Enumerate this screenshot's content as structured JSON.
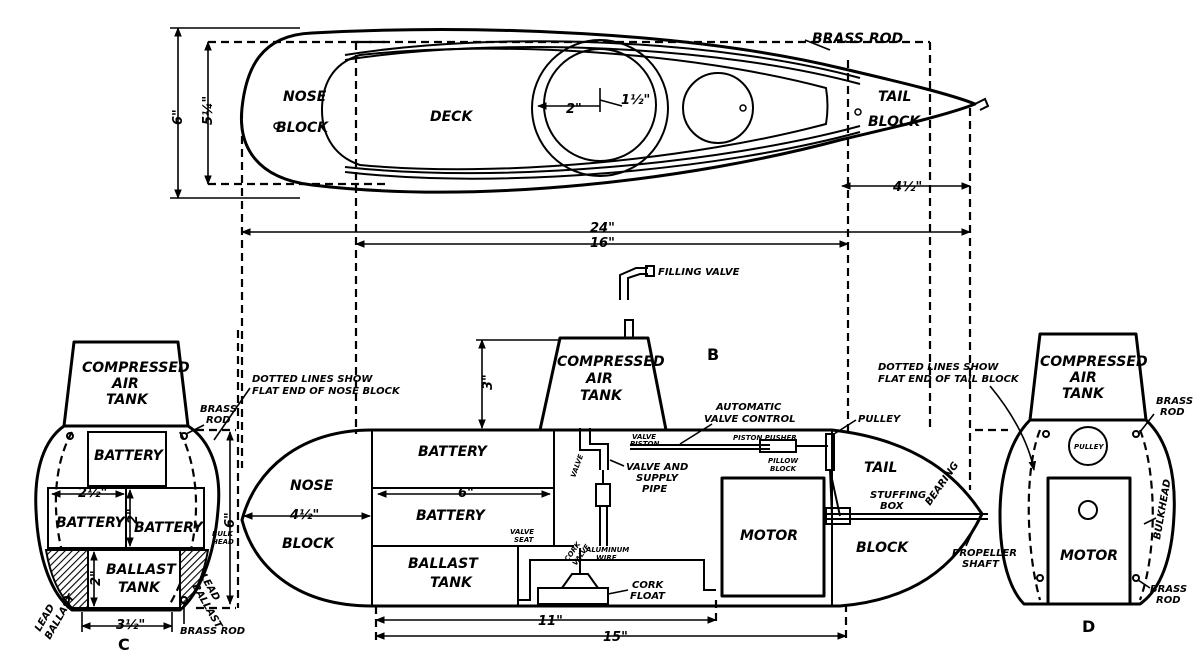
{
  "top_view": {
    "brass_rod": "BRASS ROD",
    "nose": "NOSE",
    "block": "BLOCK",
    "deck": "DECK",
    "tail": "TAIL",
    "tail_block": "BLOCK",
    "dim_2": "2\"",
    "dim_1_5": "1½\"",
    "dim_6": "6\"",
    "dim_5_25": "5¼\"",
    "dim_4_5": "4½\"",
    "dim_24": "24\"",
    "dim_16": "16\""
  },
  "side_view": {
    "filling_valve": "FILLING VALVE",
    "view_letter": "B",
    "tank_1": "COMPRESSED",
    "tank_2": "AIR",
    "tank_3": "TANK",
    "dim_3": "3\"",
    "automatic_1": "AUTOMATIC",
    "automatic_2": "VALVE CONTROL",
    "pulley": "PULLEY",
    "valve_piston_1": "VALVE",
    "valve_piston_2": "PISTON",
    "piston_pusher": "PISTON PUSHER",
    "pillow_1": "PILLOW",
    "pillow_2": "BLOCK",
    "valve": "VALVE",
    "valve_supply_1": "VALVE AND",
    "valve_supply_2": "SUPPLY",
    "valve_supply_3": "PIPE",
    "battery_top": "BATTERY",
    "battery_mid": "BATTERY",
    "dim_6": "6\"",
    "nose": "NOSE",
    "nose_dim": "4½\"",
    "nose_block": "BLOCK",
    "valve_seat_1": "VALVE",
    "valve_seat_2": "SEAT",
    "cork_valve_1": "CORK",
    "cork_valve_2": "VALVE",
    "aluminum_wire_1": "ALUMINUM",
    "aluminum_wire_2": "WIRE",
    "ballast_1": "BALLAST",
    "ballast_2": "TANK",
    "cork_float_1": "CORK",
    "cork_float_2": "FLOAT",
    "motor": "MOTOR",
    "tail": "TAIL",
    "block": "BLOCK",
    "stuffing_1": "STUFFING",
    "stuffing_2": "BOX",
    "bearing": "BEARING",
    "propeller_1": "PROPELLER",
    "propeller_2": "SHAFT",
    "dim_6_height": "6\"",
    "dim_11": "11\"",
    "dim_15": "15\""
  },
  "section_c": {
    "tank_1": "COMPRESSED",
    "tank_2": "AIR",
    "tank_3": "TANK",
    "note_1": "DOTTED LINES SHOW",
    "note_2": "FLAT END OF NOSE BLOCK",
    "brass_rod_1": "BRASS",
    "brass_rod_2": "ROD",
    "battery_1": "BATTERY",
    "battery_2": "BATTERY",
    "battery_3": "BATTERY",
    "dim_2_5": "2½\"",
    "dim_2a": "2\"",
    "dim_2b": "2\"",
    "ballast_1": "BALLAST",
    "ballast_2": "TANK",
    "bulkhead_1": "BULK",
    "bulkhead_2": "HEAD",
    "lead_l1": "LEAD",
    "lead_l2": "BALLAST",
    "lead_r1": "LEAD",
    "lead_r2": "BALLAST",
    "dim_3_5": "3½\"",
    "brass_rod_bottom": "BRASS ROD",
    "view_letter": "C"
  },
  "section_d": {
    "note_1": "DOTTED LINES SHOW",
    "note_2": "FLAT END OF TAIL BLOCK",
    "tank_1": "COMPRESSED",
    "tank_2": "AIR",
    "tank_3": "TANK",
    "brass_rod_1": "BRASS",
    "brass_rod_2": "ROD",
    "pulley": "PULLEY",
    "bulkhead": "BULKHEAD",
    "motor": "MOTOR",
    "brass_rod_b1": "BRASS",
    "brass_rod_b2": "ROD",
    "view_letter": "D"
  }
}
